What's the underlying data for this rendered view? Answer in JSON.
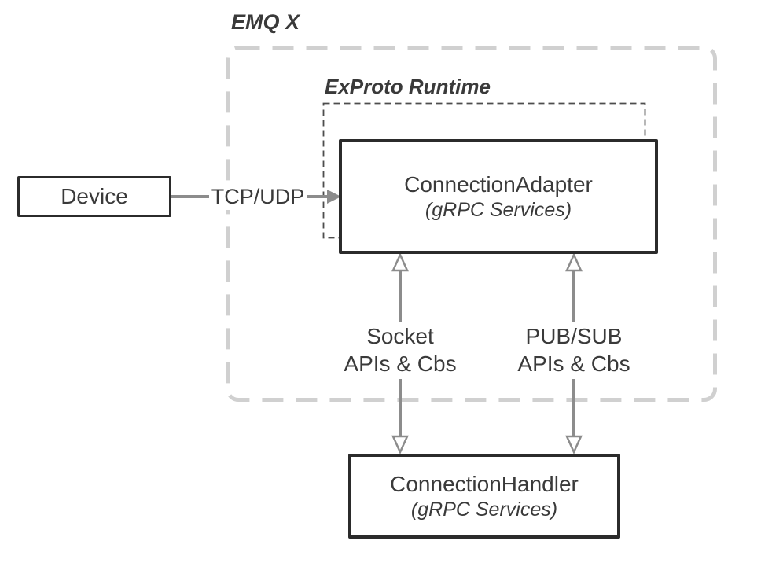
{
  "colors": {
    "border": "#2b2b2b",
    "arrow": "#8c8c8c",
    "dash_outer": "#d0d0d0",
    "dash_inner": "#4d4d4d",
    "text": "#3a3a3a"
  },
  "labels": {
    "emqx": "EMQ X",
    "exproto": "ExProto Runtime"
  },
  "nodes": {
    "device": {
      "label": "Device"
    },
    "adapter": {
      "title": "ConnectionAdapter",
      "subtitle": "(gRPC Services)"
    },
    "handler": {
      "title": "ConnectionHandler",
      "subtitle": "(gRPC Services)"
    }
  },
  "edges": {
    "tcp": {
      "label": "TCP/UDP"
    },
    "socket": {
      "line1": "Socket",
      "line2": "APIs & Cbs"
    },
    "pubsub": {
      "line1": "PUB/SUB",
      "line2": "APIs & Cbs"
    }
  }
}
